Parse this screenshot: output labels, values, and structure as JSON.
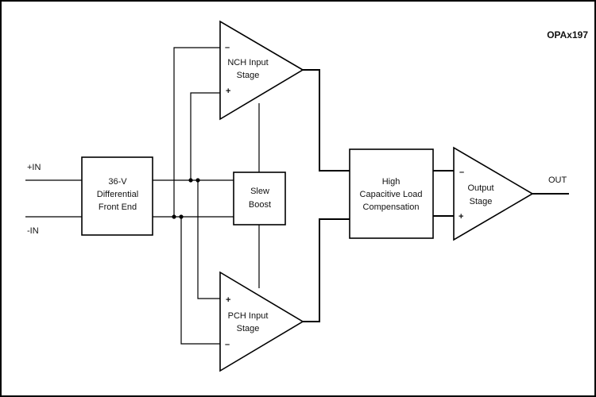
{
  "diagram": {
    "title": "OPAx197",
    "inputs": {
      "plus": "+IN",
      "minus": "-IN"
    },
    "output": "OUT",
    "blocks": {
      "front_end": [
        "36-V",
        "Differential",
        "Front End"
      ],
      "slew_boost": [
        "Slew",
        "Boost"
      ],
      "compensation": [
        "High",
        "Capacitive Load",
        "Compensation"
      ]
    },
    "amplifiers": {
      "nch": {
        "lines": [
          "NCH Input",
          "Stage"
        ],
        "top_sign": "–",
        "bottom_sign": "+"
      },
      "pch": {
        "lines": [
          "PCH Input",
          "Stage"
        ],
        "top_sign": "+",
        "bottom_sign": "–"
      },
      "output": {
        "lines": [
          "Output",
          "Stage"
        ],
        "top_sign": "–",
        "bottom_sign": "+"
      }
    }
  }
}
